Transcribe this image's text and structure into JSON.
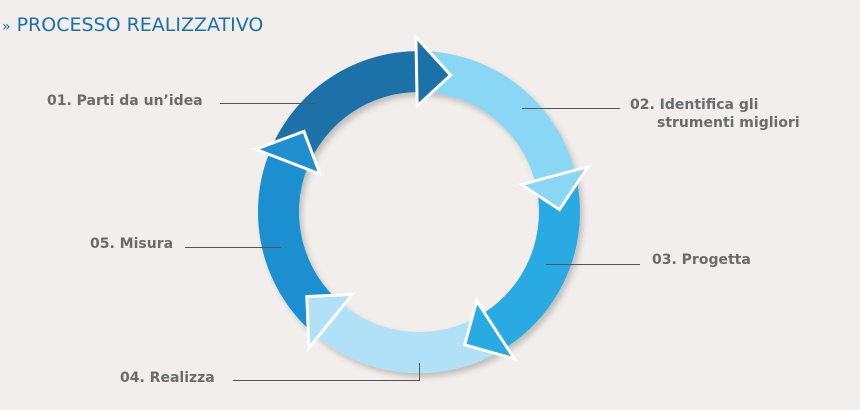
{
  "header": {
    "chevron": "»",
    "title": "PROCESSO REALIZZATIVO"
  },
  "steps": [
    {
      "label": "01. Parti da un’idea",
      "color": "#1a72a8"
    },
    {
      "label": "02. Identifica gli",
      "label2": "strumenti migliori",
      "color": "#8ad6f5"
    },
    {
      "label": "03. Progetta",
      "color": "#29aae2"
    },
    {
      "label": "04. Realizza",
      "color": "#b1e1f7"
    },
    {
      "label": "05. Misura",
      "color": "#1f8fd0"
    }
  ]
}
